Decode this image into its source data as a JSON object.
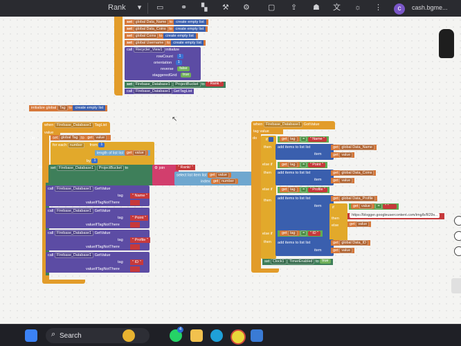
{
  "toolbar": {
    "project_label": "Rank",
    "account_initial": "c",
    "account_email": "cash.bgme..."
  },
  "taskbar": {
    "search_label": "Search",
    "badge_count": "4"
  },
  "blocks": {
    "init_setters": [
      {
        "kw": "set",
        "var": "global Data_Name",
        "to": "to",
        "action": "create empty list"
      },
      {
        "kw": "set",
        "var": "global Data_Coins",
        "to": "to",
        "action": "create empty list"
      },
      {
        "kw": "set",
        "var": "global Coins",
        "to": "to",
        "action": "create empty list"
      },
      {
        "kw": "set",
        "var": "global Username",
        "to": "to",
        "action": "create empty list"
      }
    ],
    "call_recycler": {
      "kw": "call",
      "component": "Recycler_View1",
      "method": "initialize"
    },
    "recycler_params": [
      {
        "name": "rowCount",
        "value": "1"
      },
      {
        "name": "orientation",
        "value": "1"
      },
      {
        "name": "reverse",
        "value": "false"
      },
      {
        "name": "staggeredGrid",
        "value": "true"
      }
    ],
    "set_bucket": {
      "kw": "set",
      "component": "Firebase_Database1",
      "prop": "ProjectBucket",
      "to": "to",
      "value": "Rank"
    },
    "call_gettaglist": {
      "kw": "call",
      "component": "Firebase_Database1",
      "method": "GetTagList"
    },
    "init_global_tag": {
      "kw": "initialize global",
      "name": "Tag",
      "to": "to",
      "action": "create empty list"
    },
    "taglist_event": {
      "when": "when",
      "component": "Firebase_Database1",
      "event": "TagList",
      "param": "value",
      "do": "do",
      "set": "set",
      "var": "global Tag",
      "to": "to",
      "get": "get",
      "get_var": "value",
      "for_each": "for each",
      "number": "number",
      "from": "from",
      "from_val": "1",
      "to_val_label": "length of list",
      "list": "list",
      "get2": "get",
      "get2_var": "value",
      "by": "by",
      "by_val": "1",
      "inner_set": "set",
      "inner_comp": "Firebase_Database1",
      "inner_prop": "ProjectBucket",
      "join": "join",
      "join_str": "Rank/",
      "select_item": "select list item  list",
      "get3": "get",
      "get3_var": "value",
      "index": "index",
      "get4": "get",
      "get4_var": "number",
      "getvalue_calls": [
        {
          "call": "call",
          "comp": "Firebase_Database1",
          "method": "GetValue",
          "tag": "tag",
          "tag_val": "Name",
          "vit": "valueIfTagNotThere",
          "vit_val": ""
        },
        {
          "call": "call",
          "comp": "Firebase_Database1",
          "method": "GetValue",
          "tag": "tag",
          "tag_val": "Point",
          "vit": "valueIfTagNotThere",
          "vit_val": ""
        },
        {
          "call": "call",
          "comp": "Firebase_Database1",
          "method": "GetValue",
          "tag": "tag",
          "tag_val": "Profile",
          "vit": "valueIfTagNotThere",
          "vit_val": ""
        },
        {
          "call": "call",
          "comp": "Firebase_Database1",
          "method": "GetValue",
          "tag": "tag",
          "tag_val": "ID",
          "vit": "valueIfTagNotThere",
          "vit_val": ""
        }
      ]
    },
    "gotvalue_event": {
      "when": "when",
      "component": "Firebase_Database1",
      "event": "GotValue",
      "params": "tag  value",
      "do": "do",
      "if": "if",
      "get_tag": "get",
      "tag_var": "tag",
      "eq": "=",
      "branches": [
        {
          "cond": "if",
          "tag_val": "Name",
          "then": "then",
          "add": "add items to list  list",
          "list_var": "global Data_Name",
          "item": "item",
          "item_get": "get",
          "item_var": "value"
        },
        {
          "cond": "else if",
          "tag_val": "Point",
          "then": "then",
          "add": "add items to list  list",
          "list_var": "global Data_Coins",
          "item": "item",
          "item_get": "get",
          "item_var": "value"
        },
        {
          "cond": "else if",
          "tag_val": "Profile",
          "then": "then",
          "add": "add items to list  list",
          "list_var": "global Data_Profile",
          "item": "item",
          "item_get": "get",
          "item_var": "value"
        },
        {
          "cond": "else if",
          "tag_val": "ID",
          "then": "then",
          "add": "add items to list  list",
          "list_var": "global Data_ID",
          "item": "item",
          "item_get": "get",
          "item_var": "value"
        }
      ],
      "profile_if": "if",
      "profile_get": "get",
      "profile_var": "value",
      "profile_op": "=",
      "profile_url": "https://blogger.googleusercontent.com/img/b/R29v...",
      "profile_then": "then",
      "profile_else": "else",
      "profile_else_get": "get",
      "profile_else_var": "value",
      "clock": {
        "set": "set",
        "comp": "Clock1",
        "prop": "TimerEnabled",
        "to": "to",
        "value": "true"
      }
    }
  }
}
